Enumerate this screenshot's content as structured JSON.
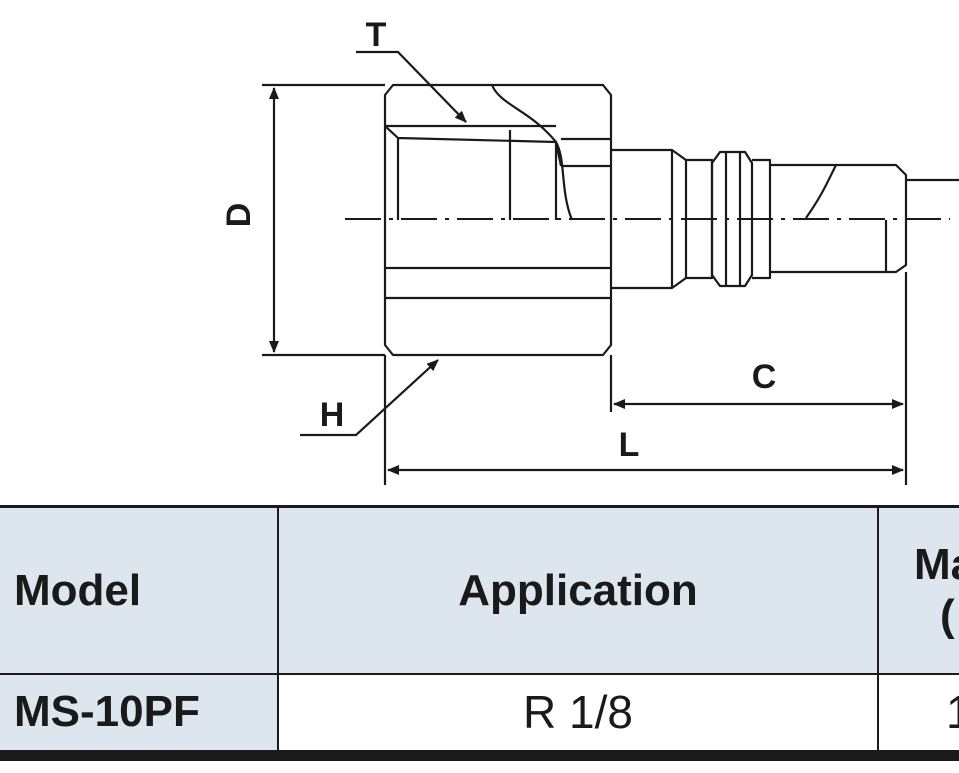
{
  "diagram": {
    "labels": {
      "T": "T",
      "D": "D",
      "H": "H",
      "C": "C",
      "L": "L"
    }
  },
  "table": {
    "headers": {
      "model": "Model",
      "application": "Application",
      "third_partial_line1": "Ma",
      "third_partial_line2": "("
    },
    "rows": [
      {
        "model": "MS-10PF",
        "application": "R 1/8",
        "third_partial": "1"
      }
    ]
  },
  "colors": {
    "header_bg": "#dde6ee",
    "line": "#1a1a1a"
  }
}
